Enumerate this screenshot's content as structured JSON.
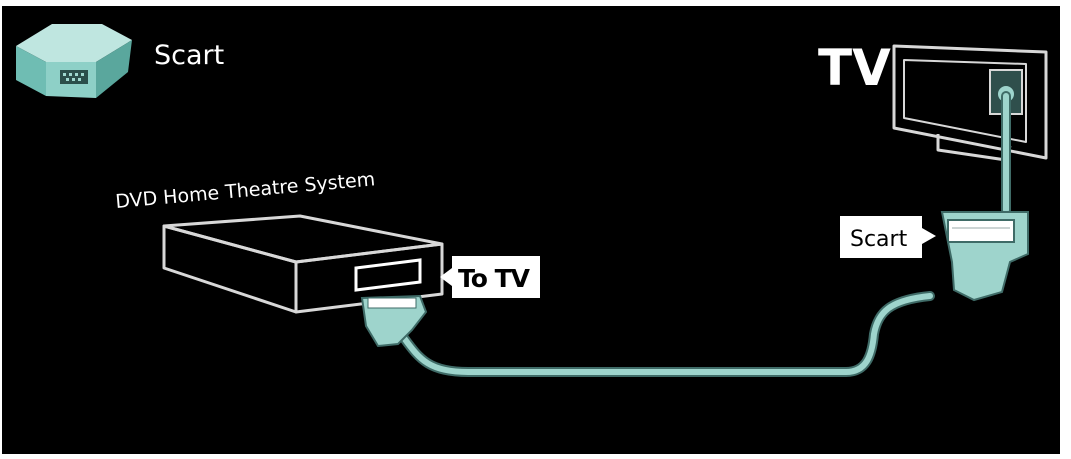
{
  "header": {
    "title": "Scart",
    "icon": "scart-connector-icon"
  },
  "devices": {
    "tv_label": "TV",
    "source_label": "DVD Home Theatre System"
  },
  "connectors": {
    "source_port_label": "To TV",
    "tv_port_label": "Scart"
  },
  "colors": {
    "background": "#000000",
    "cable": "#9ed4cc",
    "cable_outline": "#3f6b67",
    "line_art": "#d8d8d8",
    "label_bg": "#ffffff",
    "label_text": "#000000"
  }
}
